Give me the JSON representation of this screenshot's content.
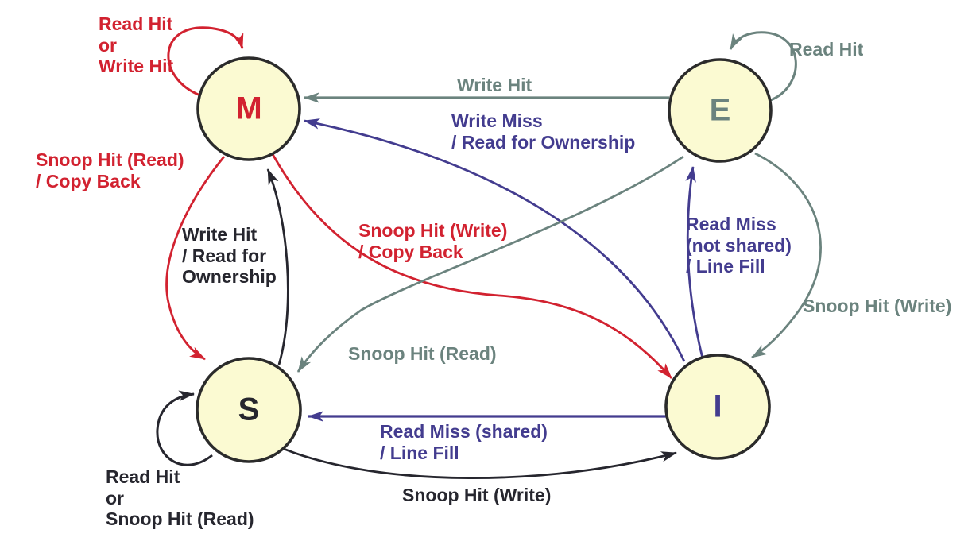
{
  "diagram": {
    "type": "state-diagram",
    "subject": "MESI cache coherence protocol state diagram",
    "colors": {
      "background": "#ffffff",
      "node_fill": "#fbfad2",
      "node_border": "#2b2b2b",
      "red": "#d22230",
      "gray": "#6b837e",
      "purple": "#433c8f",
      "black": "#26262e"
    },
    "nodes": {
      "M": {
        "label": "M",
        "color_key": "red"
      },
      "E": {
        "label": "E",
        "color_key": "gray"
      },
      "S": {
        "label": "S",
        "color_key": "black"
      },
      "I": {
        "label": "I",
        "color_key": "purple"
      }
    },
    "transitions": [
      {
        "from": "M",
        "to": "M",
        "color_key": "red",
        "label": "Read Hit\nor\nWrite Hit"
      },
      {
        "from": "E",
        "to": "E",
        "color_key": "gray",
        "label": "Read Hit"
      },
      {
        "from": "E",
        "to": "M",
        "color_key": "gray",
        "label": "Write Hit"
      },
      {
        "from": "I",
        "to": "M",
        "color_key": "purple",
        "label": "Write Miss\n/ Read for Ownership"
      },
      {
        "from": "M",
        "to": "S",
        "color_key": "red",
        "label": "Snoop Hit (Read)\n/ Copy Back"
      },
      {
        "from": "S",
        "to": "M",
        "color_key": "black",
        "label": "Write Hit\n/ Read for\nOwnership"
      },
      {
        "from": "M",
        "to": "I",
        "color_key": "red",
        "label": "Snoop Hit (Write)\n/ Copy Back"
      },
      {
        "from": "I",
        "to": "E",
        "color_key": "purple",
        "label": "Read Miss\n(not shared)\n/ Line Fill"
      },
      {
        "from": "E",
        "to": "I",
        "color_key": "gray",
        "label": "Snoop Hit (Write)"
      },
      {
        "from": "E",
        "to": "S",
        "color_key": "gray",
        "label": "Snoop Hit (Read)"
      },
      {
        "from": "I",
        "to": "S",
        "color_key": "purple",
        "label": "Read Miss (shared)\n/ Line Fill"
      },
      {
        "from": "S",
        "to": "I",
        "color_key": "black",
        "label": "Snoop Hit (Write)"
      },
      {
        "from": "S",
        "to": "S",
        "color_key": "black",
        "label": "Read Hit\nor\nSnoop Hit (Read)"
      }
    ]
  }
}
